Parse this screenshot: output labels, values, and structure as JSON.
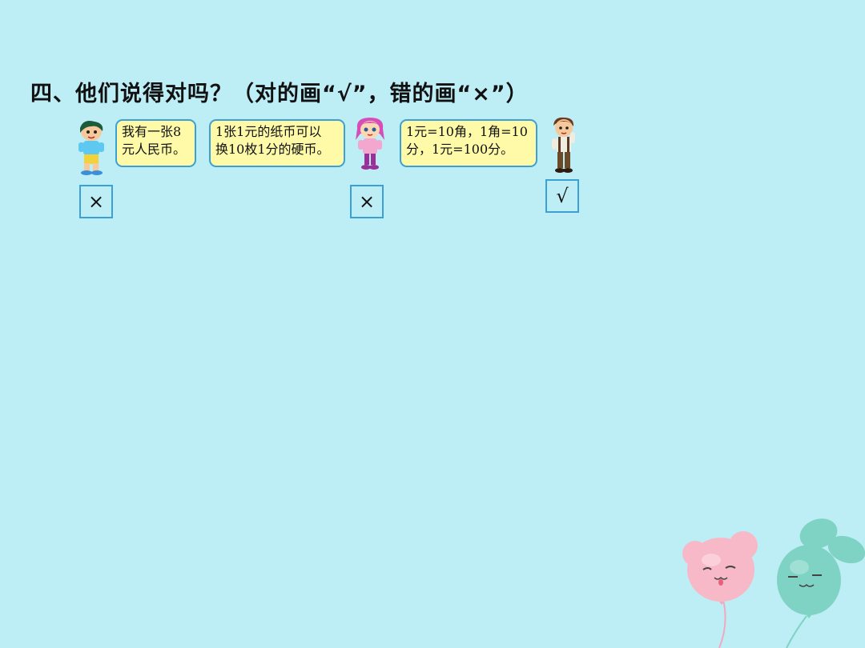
{
  "title": "四、他们说得对吗？（对的画“√”，错的画“×”）",
  "statements": [
    {
      "line1": "我有一张8",
      "line2": "元人民币。",
      "answer": "×"
    },
    {
      "line1": "1张1元的纸币可以",
      "line2": "换10枚1分的硬币。",
      "answer": "×"
    },
    {
      "line1": "1元=10角，1角=10",
      "line2": "分，1元=100分。",
      "answer": "√"
    }
  ],
  "colors": {
    "background": "#bdeef6",
    "bubble_fill": "#fffaa8",
    "bubble_border": "#3aa0d6",
    "balloon_pink": "#f7b9c8",
    "balloon_teal": "#7fd3c4"
  },
  "icons": [
    "boy-character-icon",
    "girl-character-icon",
    "boy-in-suit-character-icon",
    "pink-balloon-icon",
    "teal-balloon-icon"
  ]
}
